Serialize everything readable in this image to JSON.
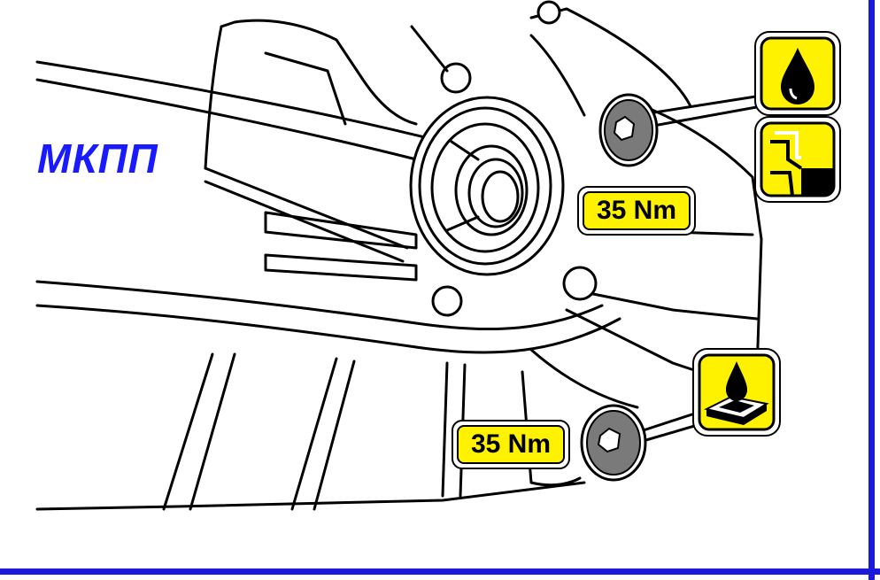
{
  "label": "МКПП",
  "torque_top": "35 Nm",
  "torque_bottom": "35 Nm",
  "icons": {
    "top_upper": "oil-drop-icon",
    "top_lower": "sealant-flange-icon",
    "bottom": "oil-surface-icon"
  },
  "colors": {
    "frame": "#1a1ad8",
    "label": "#1a1aff",
    "badge": "#fff200"
  }
}
